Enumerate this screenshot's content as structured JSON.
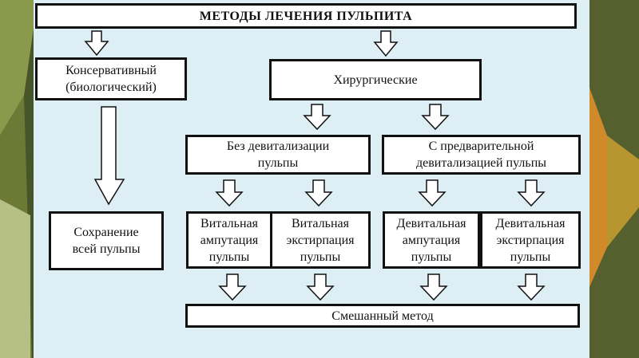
{
  "title": "МЕТОДЫ ЛЕЧЕНИЯ ПУЛЬПИТА",
  "conservative": "Консервативный\n(биологический)",
  "surgical": "Хирургические",
  "without_devital": "Без девитализации\nпульпы",
  "with_devital": "С предварительной\nдевитализацией пульпы",
  "preservation": "Сохранение\nвсей пульпы",
  "vital_amputation": "Витальная\nампутация\nпульпы",
  "vital_extirpation": "Витальная\nэкстирпация\nпульпы",
  "devital_amputation": "Девитальная\nампутация\nпульпы",
  "devital_extirpation": "Девитальная\nэкстирпация\nпульпы",
  "mixed": "Смешанный метод",
  "colors": {
    "panel": "#ddeef5",
    "box": "#ffffff",
    "border": "#111111"
  }
}
